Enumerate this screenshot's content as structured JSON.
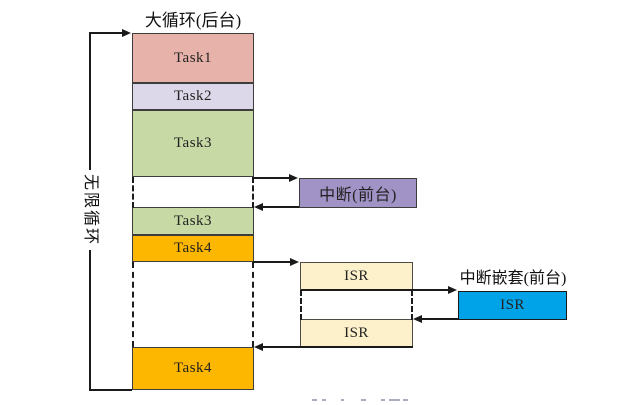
{
  "diagram": {
    "title": "大循环(后台)",
    "loop_label": "无限循环",
    "background_tasks": [
      {
        "label": "Task1"
      },
      {
        "label": "Task2"
      },
      {
        "label": "Task3"
      },
      {
        "label": "Task3"
      },
      {
        "label": "Task4"
      },
      {
        "label": "Task4"
      }
    ],
    "interrupt_box_label": "中断(前台)",
    "isr_top_label": "ISR",
    "isr_bottom_label": "ISR",
    "nested_title": "中断嵌套(前台)",
    "nested_isr_label": "ISR",
    "colors": {
      "task1": "#e7b2aa",
      "task2": "#dcd8e9",
      "task3": "#c7d9a4",
      "task4": "#fdb700",
      "interrupt": "#a193c6",
      "isr": "#fcf1ca",
      "nested_isr": "#00a2e8",
      "line": "#1a1a1a"
    }
  }
}
